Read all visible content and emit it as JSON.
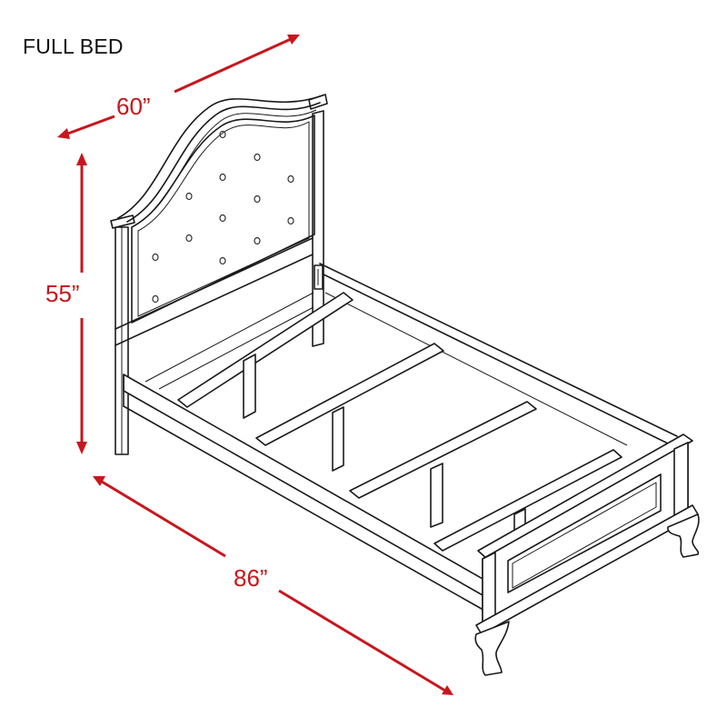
{
  "title": "FULL BED",
  "dimensions": {
    "width": {
      "label": "60”",
      "value": 60,
      "unit": "in",
      "axis": "headboard width"
    },
    "height": {
      "label": "55”",
      "value": 55,
      "unit": "in",
      "axis": "headboard height"
    },
    "length": {
      "label": "86”",
      "value": 86,
      "unit": "in",
      "axis": "bed length"
    }
  },
  "colors": {
    "dimension_red": "#c8161d",
    "line_art": "#1a1a1a",
    "background": "#ffffff"
  },
  "illustration": {
    "subject": "bed-frame-line-drawing",
    "parts": [
      "headboard with tufted panel",
      "side rails",
      "slats with center support legs",
      "footboard with raised panel",
      "cabriole feet"
    ]
  }
}
